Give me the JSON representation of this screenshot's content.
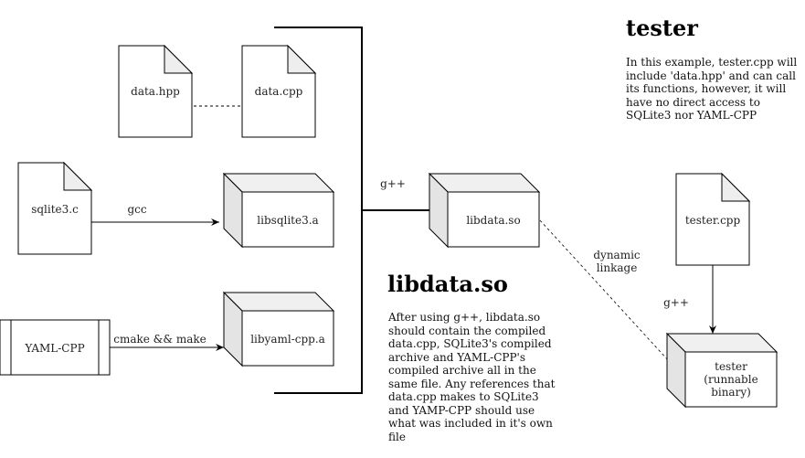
{
  "nodes": {
    "data_hpp": "data.hpp",
    "data_cpp": "data.cpp",
    "sqlite3_c": "sqlite3.c",
    "libsqlite3_a": "libsqlite3.a",
    "yaml_cpp": "YAML-CPP",
    "libyaml_cpp_a": "libyaml-cpp.a",
    "libdata_so": "libdata.so",
    "tester_cpp": "tester.cpp",
    "tester_bin": [
      "tester",
      "(runnable",
      "binary)"
    ]
  },
  "edges": {
    "gcc": "gcc",
    "cmake": "cmake && make",
    "gpp_lib": "g++",
    "gpp_tester": "g++",
    "dynamic": [
      "dynamic",
      "linkage"
    ]
  },
  "notes": {
    "libdata_title": "libdata.so",
    "libdata_body": "After using g++, libdata.so\nshould contain the compiled\ndata.cpp, SQLite3's compiled\narchive and YAML-CPP's\ncompiled archive all in the\nsame file. Any references that\ndata.cpp makes to SQLite3\nand YAMP-CPP should use\nwhat was included in it's own\nfile",
    "tester_title": "tester",
    "tester_body": "In this example, tester.cpp will\ninclude 'data.hpp' and can call\nits functions, however, it will\nhave no direct access to\nSQLite3 nor YAML-CPP"
  }
}
